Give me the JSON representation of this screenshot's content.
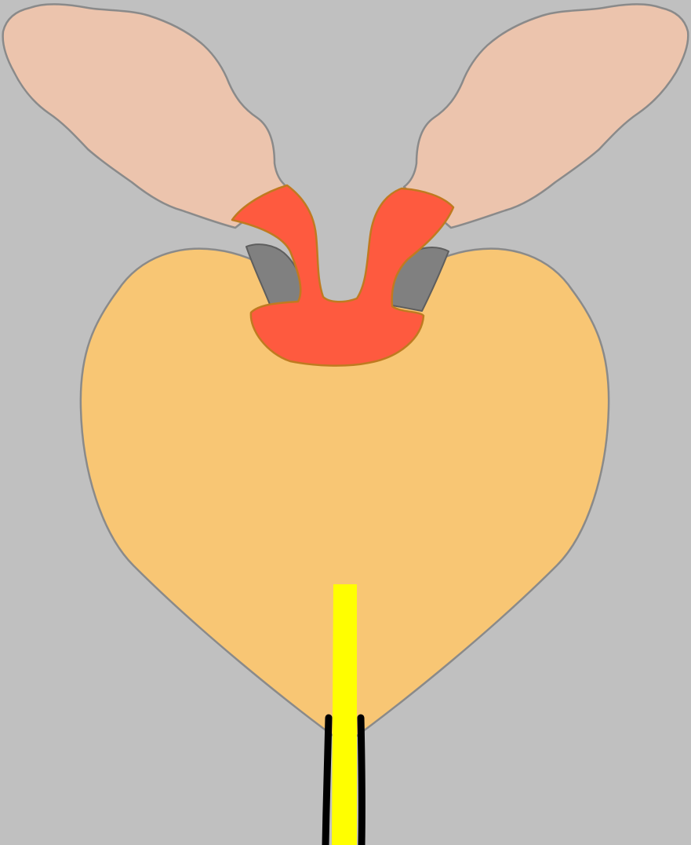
{
  "colors": {
    "background": "#c0c0c0",
    "lobe_fill": "#ecc4ad",
    "body_fill": "#f8c674",
    "red_fill": "#fe5a3f",
    "red_stroke": "#c07a20",
    "gray_fill": "#808080",
    "outline": "#8a8a8a",
    "yellow": "#ffff00",
    "black": "#000000"
  },
  "diagram": {
    "shapes": [
      "left-lobe",
      "right-lobe",
      "heart-body",
      "left-gray-wedge",
      "right-gray-wedge",
      "red-structure",
      "yellow-tube",
      "left-black-wall",
      "right-black-wall"
    ]
  }
}
